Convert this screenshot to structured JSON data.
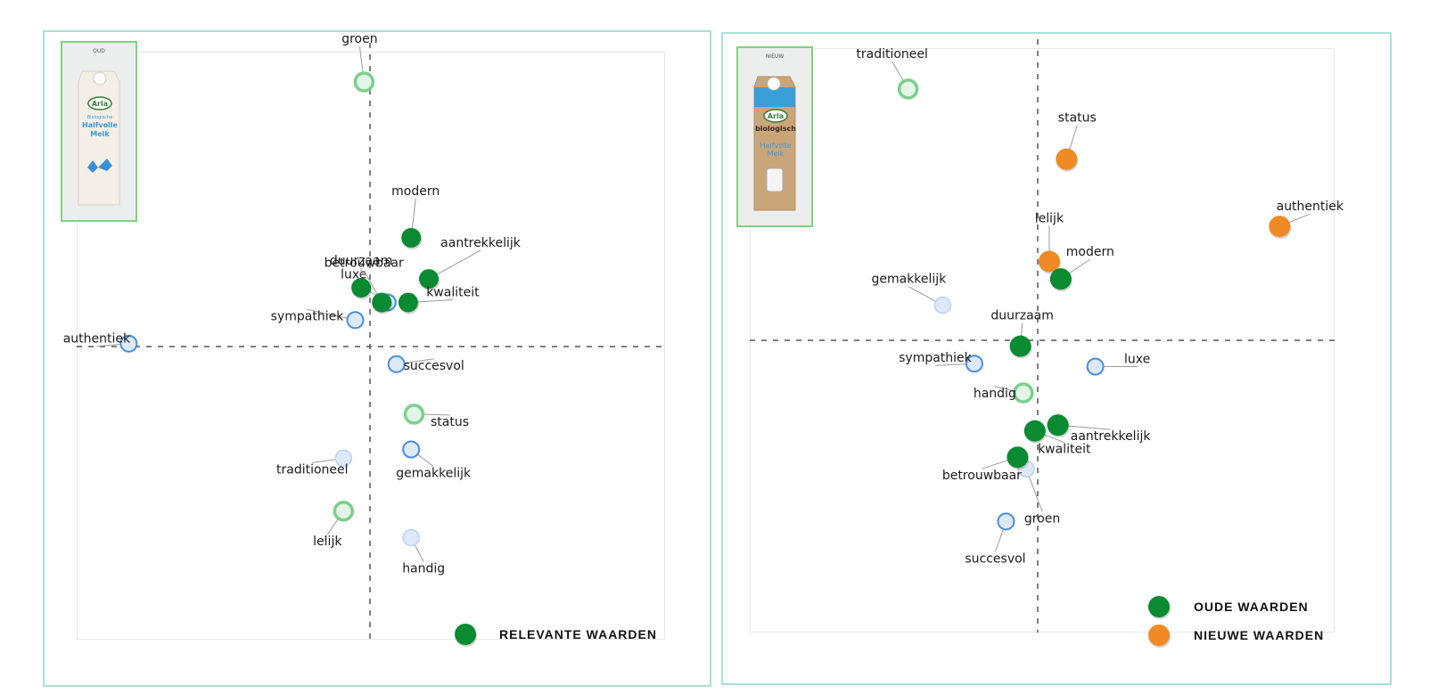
{
  "colors": {
    "relevant": "#0a8a31",
    "old": "#0a8a31",
    "new": "#ef8a24",
    "faint_blue_stroke": "#4a8fdb",
    "faint_blue_fill": "#dde9f7",
    "faint_green_stroke": "#7ccf8c",
    "faint_green_fill": "#e3f5e6",
    "panel_border": "#a8e0d6"
  },
  "chart_data": [
    {
      "type": "scatter",
      "title": "",
      "thumbnail_label": "OUD",
      "thumbnail_product": {
        "brand": "Arla",
        "line1": "Biologische",
        "line2": "Halfvolle",
        "line3": "Melk"
      },
      "xlabel": "",
      "ylabel": "",
      "xlim": [
        -1,
        1
      ],
      "ylim": [
        -1,
        1
      ],
      "axes": "quadrant dashed crosshair at 0,0",
      "grid": false,
      "legend": {
        "position": "bottom-right",
        "entries": [
          {
            "label": "RELEVANTE WAARDEN",
            "color_key": "relevant"
          }
        ]
      },
      "points": [
        {
          "label": "groen",
          "x": -0.02,
          "y": 0.9,
          "style": "faint-green"
        },
        {
          "label": "modern",
          "x": 0.14,
          "y": 0.37,
          "style": "relevant"
        },
        {
          "label": "aantrekkelijk",
          "x": 0.2,
          "y": 0.23,
          "style": "relevant"
        },
        {
          "label": "luxe",
          "x": 0.06,
          "y": 0.15,
          "style": "faint-blue"
        },
        {
          "label": "betrouwbaar",
          "x": 0.04,
          "y": 0.15,
          "style": "relevant"
        },
        {
          "label": "duurzaam",
          "x": -0.03,
          "y": 0.2,
          "style": "relevant"
        },
        {
          "label": "kwaliteit",
          "x": 0.13,
          "y": 0.15,
          "style": "relevant"
        },
        {
          "label": "sympathiek",
          "x": -0.05,
          "y": 0.09,
          "style": "faint-blue"
        },
        {
          "label": "authentiek",
          "x": -0.82,
          "y": 0.01,
          "style": "faint-blue"
        },
        {
          "label": "succesvol",
          "x": 0.09,
          "y": -0.06,
          "style": "faint-blue"
        },
        {
          "label": "status",
          "x": 0.15,
          "y": -0.23,
          "style": "faint-green"
        },
        {
          "label": "gemakkelijk",
          "x": 0.14,
          "y": -0.35,
          "style": "faint-blue"
        },
        {
          "label": "traditioneel",
          "x": -0.09,
          "y": -0.38,
          "style": "faint-blue-light"
        },
        {
          "label": "lelijk",
          "x": -0.09,
          "y": -0.56,
          "style": "faint-green"
        },
        {
          "label": "handig",
          "x": 0.14,
          "y": -0.65,
          "style": "faint-blue-light"
        }
      ]
    },
    {
      "type": "scatter",
      "title": "",
      "thumbnail_label": "NIEUW",
      "thumbnail_product": {
        "brand": "Arla",
        "line1": "biologisch",
        "line2": "Halfvolle",
        "line3": "Melk"
      },
      "xlabel": "",
      "ylabel": "",
      "xlim": [
        -1,
        1
      ],
      "ylim": [
        -1,
        1
      ],
      "axes": "quadrant dashed crosshair at 0,0",
      "grid": false,
      "legend": {
        "position": "bottom-right",
        "entries": [
          {
            "label": "OUDE WAARDEN",
            "color_key": "old"
          },
          {
            "label": "NIEUWE WAARDEN",
            "color_key": "new"
          }
        ]
      },
      "points": [
        {
          "label": "traditioneel",
          "x": -0.45,
          "y": 0.86,
          "style": "faint-green"
        },
        {
          "label": "status",
          "x": 0.1,
          "y": 0.62,
          "style": "new"
        },
        {
          "label": "authentiek",
          "x": 0.84,
          "y": 0.39,
          "style": "new"
        },
        {
          "label": "lelijk",
          "x": 0.04,
          "y": 0.27,
          "style": "new"
        },
        {
          "label": "modern",
          "x": 0.08,
          "y": 0.21,
          "style": "old"
        },
        {
          "label": "gemakkelijk",
          "x": -0.33,
          "y": 0.12,
          "style": "faint-blue-light"
        },
        {
          "label": "duurzaam",
          "x": -0.06,
          "y": -0.02,
          "style": "old"
        },
        {
          "label": "sympathiek",
          "x": -0.22,
          "y": -0.08,
          "style": "faint-blue"
        },
        {
          "label": "luxe",
          "x": 0.2,
          "y": -0.09,
          "style": "faint-blue"
        },
        {
          "label": "handig",
          "x": -0.05,
          "y": -0.18,
          "style": "faint-green"
        },
        {
          "label": "aantrekkelijk",
          "x": 0.07,
          "y": -0.29,
          "style": "old"
        },
        {
          "label": "kwaliteit",
          "x": -0.01,
          "y": -0.31,
          "style": "old"
        },
        {
          "label": "betrouwbaar",
          "x": -0.07,
          "y": -0.4,
          "style": "old"
        },
        {
          "label": "groen",
          "x": -0.04,
          "y": -0.44,
          "style": "faint-blue-light"
        },
        {
          "label": "succesvol",
          "x": -0.11,
          "y": -0.62,
          "style": "faint-blue"
        }
      ]
    }
  ]
}
